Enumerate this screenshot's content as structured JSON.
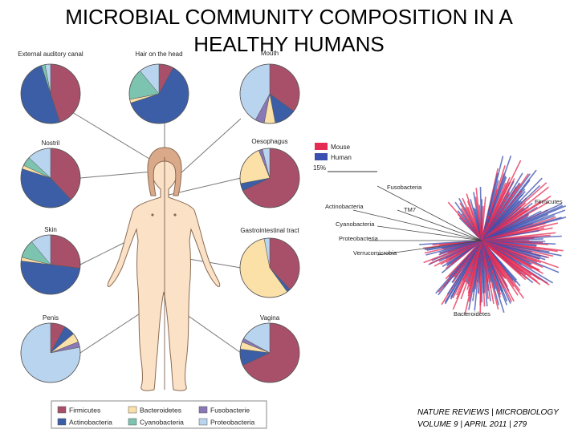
{
  "title_line1": "MICROBIAL COMMUNITY COMPOSITION IN A",
  "title_line2": "HEALTHY HUMANS",
  "colors": {
    "Firmicutes": "#a8506a",
    "Actinobacteria": "#3c5ea6",
    "Bacteroidetes": "#fbe0a8",
    "Cyanobacteria": "#7cc4b0",
    "Fusobacteria": "#8a77b5",
    "Proteobacteria": "#b9d4ee",
    "mouse": "#e52b52",
    "human": "#3a4fb0"
  },
  "sites": [
    {
      "name": "External auditory canal",
      "composition": [
        {
          "phylum": "Firmicutes",
          "value": 45
        },
        {
          "phylum": "Actinobacteria",
          "value": 50
        },
        {
          "phylum": "Cyanobacteria",
          "value": 2
        },
        {
          "phylum": "Proteobacteria",
          "value": 3
        }
      ]
    },
    {
      "name": "Hair on the head",
      "composition": [
        {
          "phylum": "Firmicutes",
          "value": 8
        },
        {
          "phylum": "Actinobacteria",
          "value": 62
        },
        {
          "phylum": "Bacteroidetes",
          "value": 2
        },
        {
          "phylum": "Cyanobacteria",
          "value": 17
        },
        {
          "phylum": "Proteobacteria",
          "value": 11
        }
      ]
    },
    {
      "name": "Mouth",
      "composition": [
        {
          "phylum": "Firmicutes",
          "value": 35
        },
        {
          "phylum": "Actinobacteria",
          "value": 12
        },
        {
          "phylum": "Bacteroidetes",
          "value": 6
        },
        {
          "phylum": "Fusobacteria",
          "value": 5
        },
        {
          "phylum": "Proteobacteria",
          "value": 42
        }
      ]
    },
    {
      "name": "Nostril",
      "composition": [
        {
          "phylum": "Firmicutes",
          "value": 38
        },
        {
          "phylum": "Actinobacteria",
          "value": 42
        },
        {
          "phylum": "Bacteroidetes",
          "value": 2
        },
        {
          "phylum": "Cyanobacteria",
          "value": 5
        },
        {
          "phylum": "Proteobacteria",
          "value": 13
        }
      ]
    },
    {
      "name": "Oesophagus",
      "composition": [
        {
          "phylum": "Firmicutes",
          "value": 68
        },
        {
          "phylum": "Actinobacteria",
          "value": 4
        },
        {
          "phylum": "Bacteroidetes",
          "value": 22
        },
        {
          "phylum": "Fusobacteria",
          "value": 2
        },
        {
          "phylum": "Proteobacteria",
          "value": 4
        }
      ]
    },
    {
      "name": "Skin",
      "composition": [
        {
          "phylum": "Firmicutes",
          "value": 27
        },
        {
          "phylum": "Actinobacteria",
          "value": 50
        },
        {
          "phylum": "Bacteroidetes",
          "value": 2
        },
        {
          "phylum": "Cyanobacteria",
          "value": 10
        },
        {
          "phylum": "Proteobacteria",
          "value": 11
        }
      ]
    },
    {
      "name": "Gastrointestinal tract",
      "composition": [
        {
          "phylum": "Firmicutes",
          "value": 38
        },
        {
          "phylum": "Actinobacteria",
          "value": 2
        },
        {
          "phylum": "Bacteroidetes",
          "value": 57
        },
        {
          "phylum": "Proteobacteria",
          "value": 3
        }
      ]
    },
    {
      "name": "Penis",
      "composition": [
        {
          "phylum": "Firmicutes",
          "value": 8
        },
        {
          "phylum": "Actinobacteria",
          "value": 6
        },
        {
          "phylum": "Bacteroidetes",
          "value": 5
        },
        {
          "phylum": "Fusobacteria",
          "value": 3
        },
        {
          "phylum": "Proteobacteria",
          "value": 78
        }
      ]
    },
    {
      "name": "Vagina",
      "composition": [
        {
          "phylum": "Firmicutes",
          "value": 68
        },
        {
          "phylum": "Actinobacteria",
          "value": 9
        },
        {
          "phylum": "Bacteroidetes",
          "value": 4
        },
        {
          "phylum": "Fusobacteria",
          "value": 2
        },
        {
          "phylum": "Proteobacteria",
          "value": 17
        }
      ]
    }
  ],
  "legend": [
    {
      "label": "Firmicutes",
      "phylum": "Firmicutes"
    },
    {
      "label": "Bacteroidetes",
      "phylum": "Bacteroidetes"
    },
    {
      "label": "Fusobacterie",
      "phylum": "Fusobacteria"
    },
    {
      "label": "Actinobacteria",
      "phylum": "Actinobacteria"
    },
    {
      "label": "Cyanobacteria",
      "phylum": "Cyanobacteria"
    },
    {
      "label": "Proteobacteria",
      "phylum": "Proteobacteria"
    }
  ],
  "tree": {
    "legend": [
      {
        "label": "Mouse",
        "key": "mouse"
      },
      {
        "label": "Human",
        "key": "human"
      }
    ],
    "scale_label": "15%",
    "labels": [
      "Fusobacteria",
      "Actinobacteria",
      "TM7",
      "Cyanobacteria",
      "Proteobacteria",
      "Verrucomicrobia",
      "Firmicutes",
      "Bacteroidetes"
    ]
  },
  "credit": {
    "line1": "NATURE REVIEWS | MICROBIOLOGY",
    "line2": "VOLUME 9 | APRIL 2011 | 279"
  }
}
